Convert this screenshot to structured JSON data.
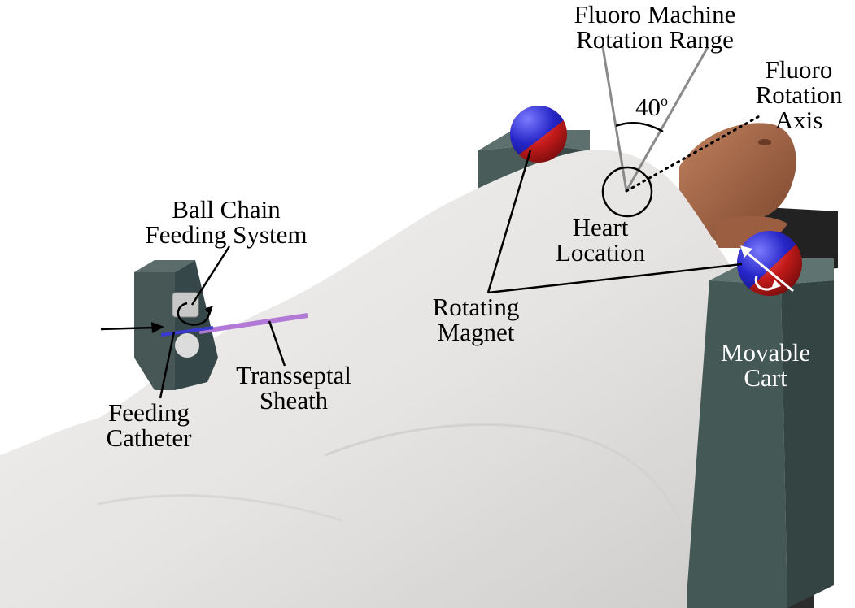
{
  "labels": {
    "fluoro_machine": {
      "line1": "Fluoro Machine",
      "line2": "Rotation Range"
    },
    "fluoro_axis": {
      "line1": "Fluoro",
      "line2": "Rotation",
      "line3": "Axis"
    },
    "angle": {
      "value": "40",
      "unit": "o"
    },
    "ball_chain": {
      "line1": "Ball Chain",
      "line2": "Feeding System"
    },
    "heart": {
      "line1": "Heart",
      "line2": "Location"
    },
    "rotating_magnet": {
      "line1": "Rotating",
      "line2": "Magnet"
    },
    "movable_cart": {
      "line1": "Movable",
      "line2": "Cart"
    },
    "transseptal": {
      "line1": "Transseptal",
      "line2": "Sheath"
    },
    "feeding_catheter": {
      "line1": "Feeding",
      "line2": "Catheter"
    }
  },
  "colors": {
    "cart": "#3f514f",
    "cart_light": "#556866",
    "drape": "#eceae8",
    "skin": "#a8694a",
    "magnet_north": "#2424c8",
    "magnet_south": "#c41a1a",
    "sheath": "#b27ad6",
    "catheter": "#3a3ad0",
    "pointer_line": "#000000",
    "fluoro_line": "#8a8a8a"
  }
}
